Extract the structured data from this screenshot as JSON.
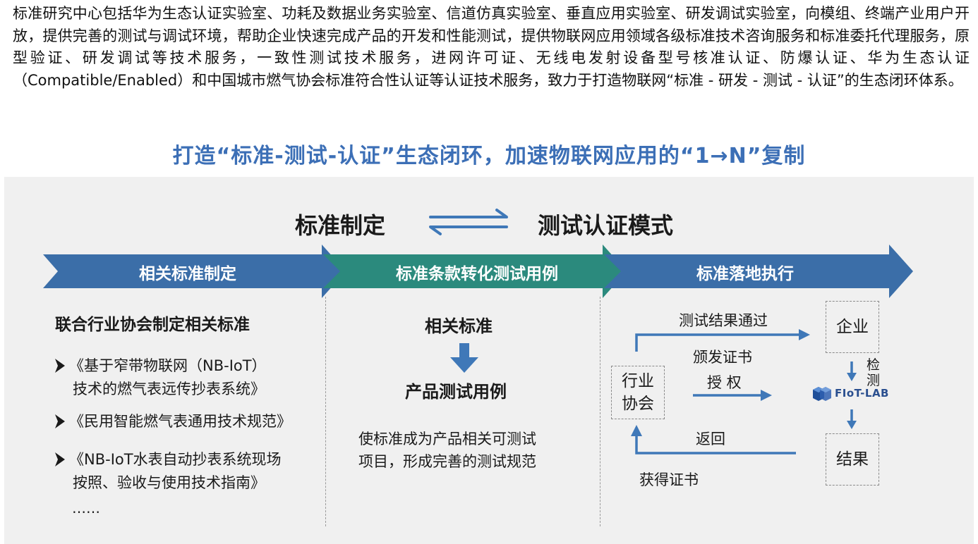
{
  "intro_text": "标准研究中心包括华为生态认证实验室、功耗及数据业务实验室、信道仿真实验室、垂直应用实验室、研发调试实验室，向模组、终端产业用户开放，提供完善的测试与调试环境，帮助企业快速完成产品的开发和性能测试，提供物联网应用领域各级标准技术咨询服务和标准委托代理服务，原型验证、研发调试等技术服务，一致性测试技术服务，进网许可证、无线电发射设备型号核准认证、防爆认证、华为生态认证（Compatible/Enabled）和中国城市燃气协会标准符合性认证等认证技术服务，致力于打造物联网“标准 - 研发 - 测试 - 认证”的生态闭环体系。",
  "headline": "打造“标准-测试-认证”生态闭环，加速物联网应用的“1→N”复制",
  "panel": {
    "top_left": "标准制定",
    "top_right": "测试认证模式",
    "stages": [
      {
        "label": "相关标准制定",
        "color": "#3b6ea8"
      },
      {
        "label": "标准条款转化测试用例",
        "color": "#2b8a7d"
      },
      {
        "label": "标准落地执行",
        "color": "#3b6ea8"
      }
    ],
    "col1": {
      "title": "联合行业协会制定相关标准",
      "items": [
        [
          "《基于窄带物联网（NB-IoT）",
          "技术的燃气表远传抄表系统》"
        ],
        [
          "《民用智能燃气表通用技术规范》"
        ],
        [
          "《NB-IoT水表自动抄表系统现场",
          "按照、验收与使用技术指南》"
        ]
      ],
      "ellipsis": "……"
    },
    "col2": {
      "top": "相关标准",
      "bottom": "产品测试用例",
      "desc_line1": "使标准成为产品相关可测试",
      "desc_line2": "项目，形成完善的测试规范"
    },
    "col3": {
      "association_line1": "行业",
      "association_line2": "协会",
      "enterprise": "企业",
      "result": "结果",
      "pass_label": "测试结果通过",
      "issue_label": "颁发证书",
      "auth_label": "授 权",
      "return_label": "返回",
      "obtain_label": "获得证书",
      "detect_line1": "检",
      "detect_line2": "测",
      "logo_text": "FIoT-LAB"
    }
  },
  "colors": {
    "headline": "#3c6fb6",
    "blue_arrow": "#3b6ea8",
    "teal_arrow": "#2b8a7d",
    "flow_arrow": "#3f78b8",
    "panel_bg": "#f0f0f0"
  }
}
